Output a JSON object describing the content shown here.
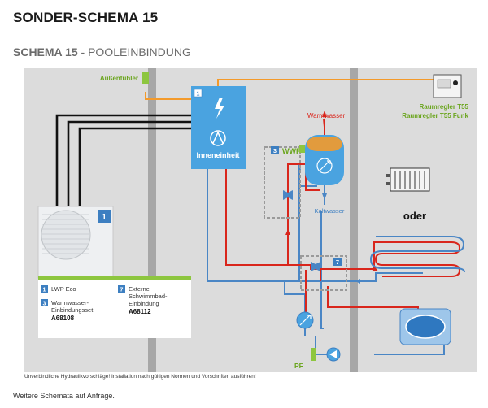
{
  "header": {
    "title": "SONDER-SCHEMA 15",
    "schema_label": "SCHEMA 15",
    "schema_separator": " - ",
    "schema_name": "POOLEINBINDUNG"
  },
  "labels": {
    "aussenfuehler": "Außenfühler",
    "warmwasser": "Warmwasser",
    "kaltwasser": "Kaltwasser",
    "wwf": "WWF",
    "inneneinheit": "Inneneinheit",
    "raumregler_1": "Raumregler T55",
    "raumregler_2": "Raumregler T55 Funk",
    "oder": "oder",
    "pf": "PF"
  },
  "badges": {
    "inneneinheit": "1",
    "outdoor": "1",
    "wwf": "3",
    "pool": "7"
  },
  "legend": {
    "items": [
      {
        "num": "1",
        "lines": [
          "LWP Eco"
        ],
        "code": ""
      },
      {
        "num": "3",
        "lines": [
          "Warmwasser-",
          "Einbindungsset"
        ],
        "code": "A68108"
      },
      {
        "num": "7",
        "lines": [
          "Externe",
          "Schwimmbad-",
          "Einbindung"
        ],
        "code": "A68112"
      }
    ]
  },
  "footer": {
    "disclaimer": "Unverbindliche Hydraulikvorschläge! Installation nach gültigen Normen und Vorschriften ausführen!",
    "note": "Weitere Schemata auf Anfrage."
  },
  "colors": {
    "supply": "#d9261c",
    "return": "#4a86c5",
    "orange_line": "#f39a2b",
    "badge_blue": "#3d7fc1",
    "unit_blue": "#4aa3e0",
    "green": "#8dc63f",
    "dashed_box": "#9a9a9a",
    "wall": "#a7a7a7"
  }
}
